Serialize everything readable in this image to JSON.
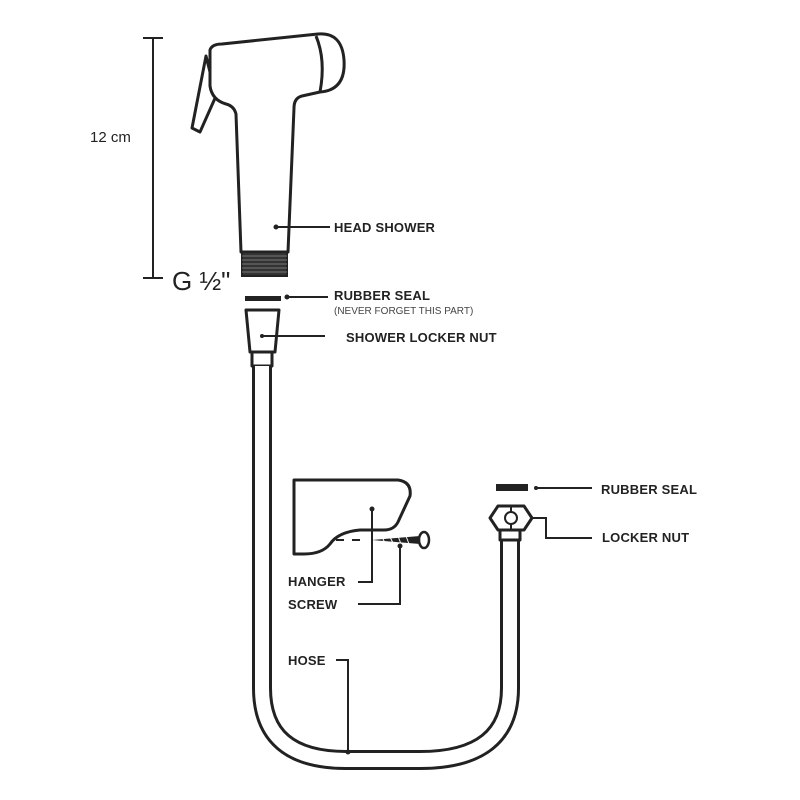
{
  "dimension": {
    "height_label": "12 cm",
    "thread_label": "G ½\""
  },
  "labels": {
    "head_shower": "HEAD SHOWER",
    "rubber_seal_top": "RUBBER SEAL",
    "rubber_seal_note": "(NEVER FORGET THIS PART)",
    "shower_locker_nut": "SHOWER LOCKER NUT",
    "rubber_seal_right": "RUBBER SEAL",
    "locker_nut": "LOCKER NUT",
    "hanger": "HANGER",
    "screw": "SCREW",
    "hose": "HOSE"
  },
  "colors": {
    "line": "#222222",
    "background": "#ffffff",
    "seal": "#222222"
  }
}
